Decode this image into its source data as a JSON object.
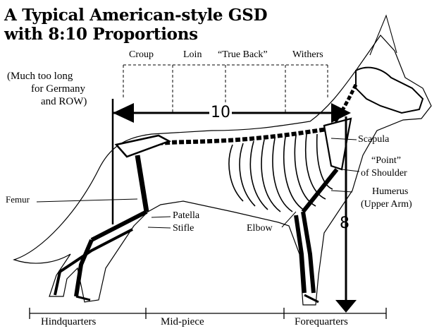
{
  "title": {
    "line1": "A Typical American-style GSD",
    "line2": "with 8:10 Proportions"
  },
  "note": {
    "line1": "(Much too long",
    "line2": "for Germany",
    "line3": "and ROW)"
  },
  "topline_labels": {
    "croup": "Croup",
    "loin": "Loin",
    "true_back": "“True Back”",
    "withers": "Withers"
  },
  "proportions": {
    "length": "10",
    "height": "8"
  },
  "anatomy_labels": {
    "scapula": "Scapula",
    "point_line1": "“Point”",
    "point_line2": "of Shoulder",
    "humerus_line1": "Humerus",
    "humerus_line2": "(Upper Arm)",
    "femur": "Femur",
    "patella": "Patella",
    "stifle": "Stifle",
    "elbow": "Elbow"
  },
  "sections": {
    "hindquarters": "Hindquarters",
    "midpiece": "Mid-piece",
    "forequarters": "Forequarters"
  }
}
